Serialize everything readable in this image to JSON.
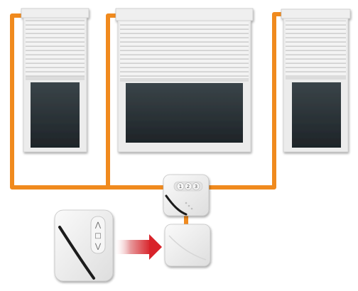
{
  "colors": {
    "cable": "#f08a1e",
    "shutter_slat_light": "#f3f3f3",
    "shutter_slat_dark": "#cfcfcf",
    "window_frame": "#ececec",
    "glass": "#2a3237",
    "arrow_red": "#d8232a",
    "device_body": "#f2f2f2",
    "black_swoosh": "#1a1a1a"
  },
  "icons": {
    "window_left": "roller-shutter-window-icon",
    "window_center": "roller-shutter-window-icon",
    "window_right": "roller-shutter-window-icon",
    "receiver": "control-unit-icon",
    "wall_switch": "wall-switch-icon",
    "transfer_arrow": "red-arrow-icon"
  },
  "control_unit": {
    "channel_buttons": [
      "1",
      "2",
      "3"
    ]
  },
  "wall_switch": {
    "up_glyph": "⋀",
    "stop_glyph": "□",
    "down_glyph": "⋁"
  }
}
